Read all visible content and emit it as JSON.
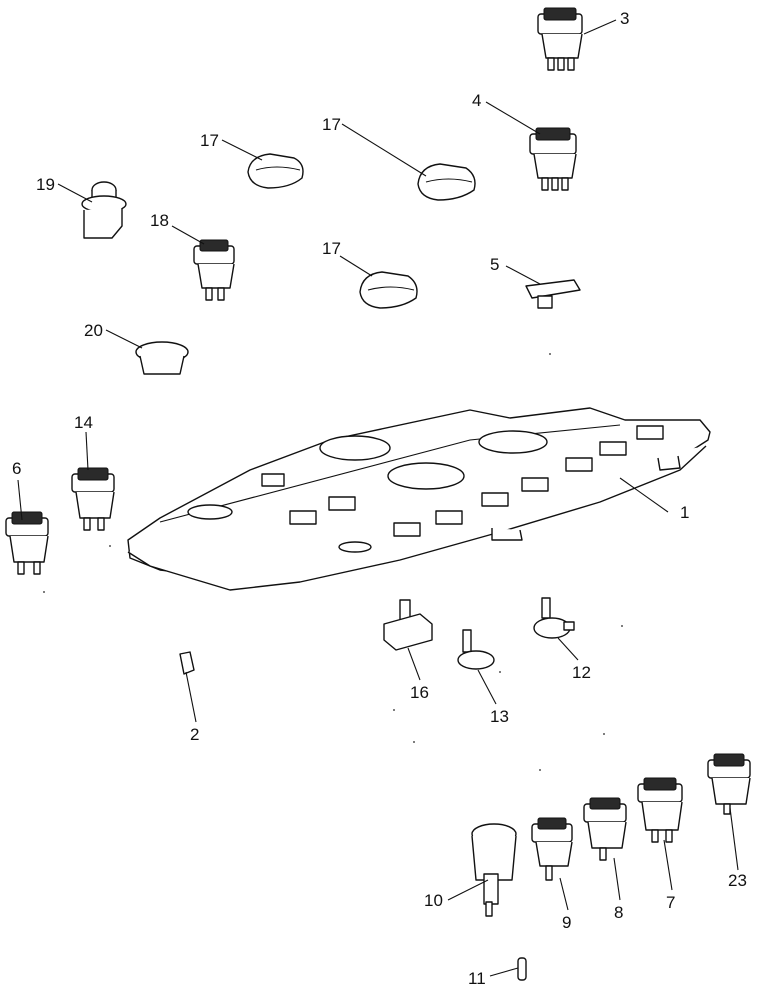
{
  "callouts": [
    "1",
    "2",
    "3",
    "4",
    "5",
    "6",
    "7",
    "8",
    "9",
    "10",
    "11",
    "12",
    "13",
    "14",
    "16",
    "17",
    "17",
    "17",
    "18",
    "19",
    "20",
    "23"
  ],
  "colors": {
    "ink": "#111111",
    "paper": "#ffffff",
    "shade": "#2a2a2a"
  }
}
